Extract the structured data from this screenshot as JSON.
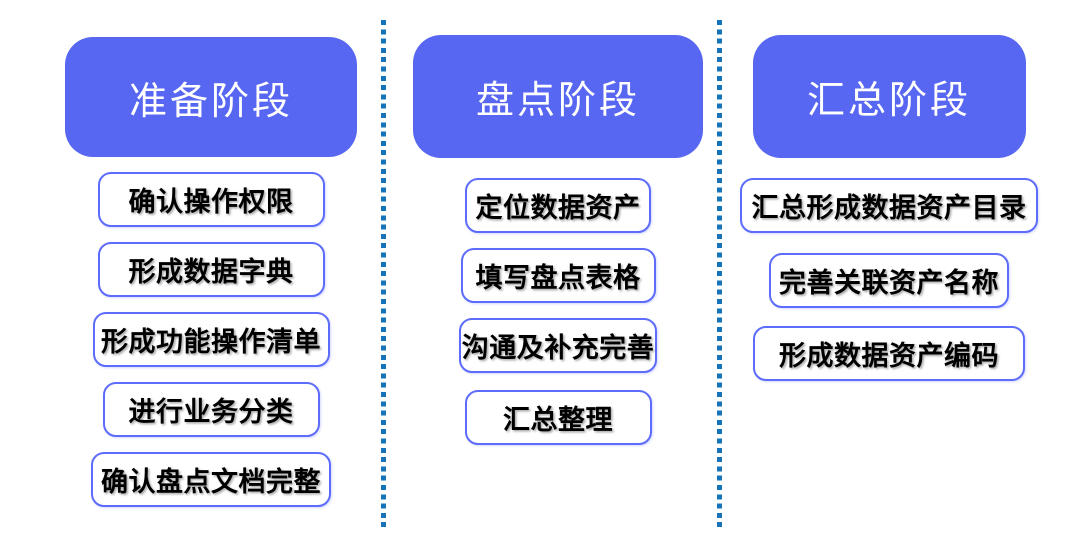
{
  "diagram": {
    "title_semantic": "data-asset-inventory-phases",
    "columns": [
      {
        "header": "准备阶段",
        "items": [
          "确认操作权限",
          "形成数据字典",
          "形成功能操作清单",
          "进行业务分类",
          "确认盘点文档完整"
        ]
      },
      {
        "header": "盘点阶段",
        "items": [
          "定位数据资产",
          "填写盘点表格",
          "沟通及补充完善",
          "汇总整理"
        ]
      },
      {
        "header": "汇总阶段",
        "items": [
          "汇总形成数据资产目录",
          "完善关联资产名称",
          "形成数据资产编码"
        ]
      }
    ],
    "colors": {
      "header_fill": "#5867F2",
      "header_text": "#FFFFFF",
      "item_border": "#5D6CFA",
      "item_text": "#000000",
      "divider_dot": "#1573B9",
      "background": "#FFFFFF"
    }
  }
}
